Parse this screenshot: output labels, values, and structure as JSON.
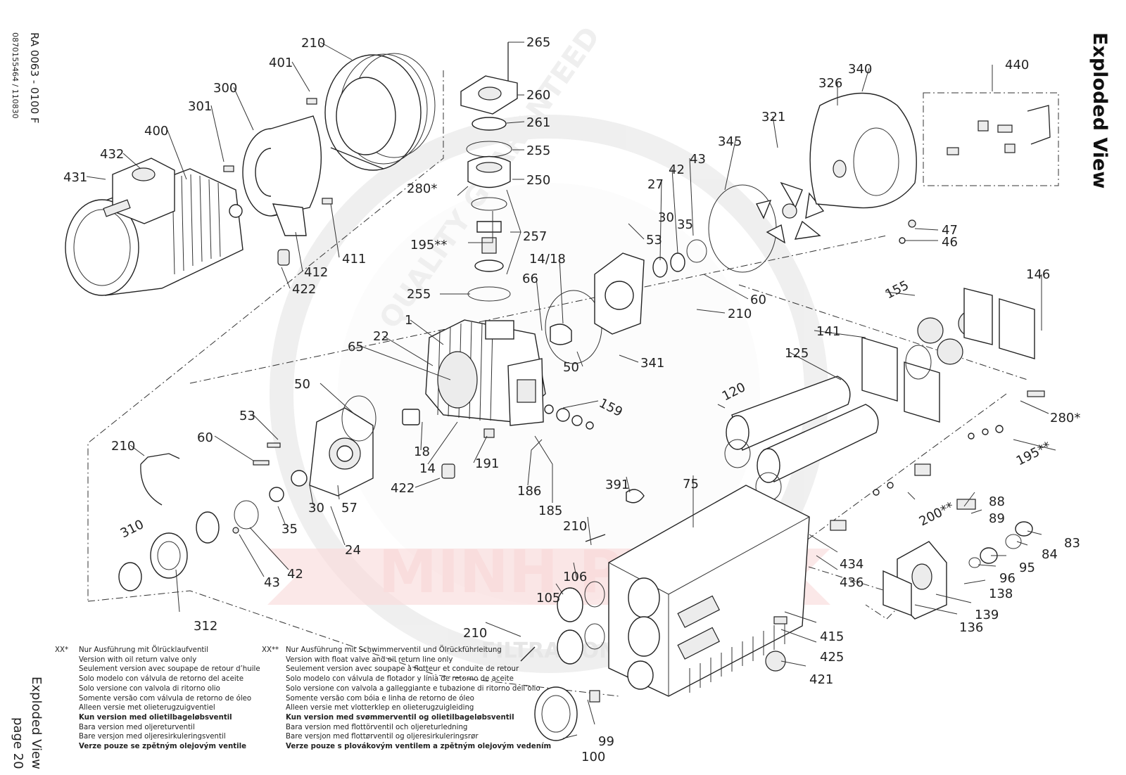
{
  "title": "Exploded View",
  "document": {
    "code": "RA 0063 - 0100 F",
    "number": "0870155464 / 110830"
  },
  "footer": {
    "label": "Exploded View",
    "page": "page 20"
  },
  "callouts": {
    "c265": "265",
    "c260": "260",
    "c261": "261",
    "c255a": "255",
    "c250": "250",
    "c280a": "280*",
    "c195a": "195**",
    "c257": "257",
    "c255b": "255",
    "c1": "1",
    "c22": "22",
    "c65": "65",
    "c210a": "210",
    "c401": "401",
    "c300": "300",
    "c301": "301",
    "c400": "400",
    "c432": "432",
    "c431": "431",
    "c411": "411",
    "c412": "412",
    "c422a": "422",
    "c14_18": "14/18",
    "c66": "66",
    "c53a": "53",
    "c27": "27",
    "c30a": "30",
    "c35a": "35",
    "c42a": "42",
    "c43a": "43",
    "c345": "345",
    "c321": "321",
    "c326": "326",
    "c340": "340",
    "c440": "440",
    "c47": "47",
    "c46": "46",
    "c60a": "60",
    "c210b": "210",
    "c341": "341",
    "c50a": "50",
    "c146": "146",
    "c155": "155",
    "c141": "141",
    "c125": "125",
    "c120": "120",
    "c159": "159",
    "c191": "191",
    "c422b": "422",
    "c18": "18",
    "c14": "14",
    "c186": "186",
    "c185": "185",
    "c50b": "50",
    "c53b": "53",
    "c60b": "60",
    "c210c": "210",
    "c57": "57",
    "c30b": "30",
    "c24": "24",
    "c35b": "35",
    "c42b": "42",
    "c43b": "43",
    "c310": "310",
    "c312": "312",
    "c280b": "280*",
    "c195b": "195**",
    "c200": "200**",
    "c88": "88",
    "c89": "89",
    "c83": "83",
    "c84": "84",
    "c95": "95",
    "c96": "96",
    "c138": "138",
    "c139": "139",
    "c136": "136",
    "c434": "434",
    "c436": "436",
    "c391": "391",
    "c75": "75",
    "c210d": "210",
    "c106": "106",
    "c105": "105",
    "c415": "415",
    "c425": "425",
    "c421": "421",
    "c210e": "210",
    "c99": "99",
    "c100": "100"
  },
  "notes": {
    "a": {
      "mark": "XX*",
      "lines": [
        "Nur Ausführung mit Ölrücklaufventil",
        "Version with oil return valve only",
        "Seulement version avec soupape de retour d’huile",
        "Solo modelo con válvula de retorno del aceite",
        "Solo versione con valvola di ritorno olio",
        "Somente versão com válvula de retorno de óleo",
        "Alleen versie met olieterugzuigventiel",
        "Kun version med olietilbageløbsventil",
        "Bara version med oljereturventil",
        "Bare versjon med oljeresirkuleringsventil",
        "Verze pouze se zpětným olejovým ventile"
      ]
    },
    "b": {
      "mark": "XX**",
      "lines": [
        "Nur Ausführung mit Schwimmerventil und Ölrückführleitung",
        "Version with float valve and oil return line only",
        "Seulement version avec soupape à flotteur et conduite de retour",
        "Solo modelo con válvula de flotador y línia de retorno de aceite",
        "Solo versione con valvola a galleggiante e tubazione di ritorno dell’olio",
        "Somente versão com bóia e linha de retorno de óleo",
        "Alleen versie met vlotterklep en olieterugzuigleiding",
        "Kun version med svømmerventil og olietilbageløbsventil",
        "Bara version med flottörventil och oljereturledning",
        "Bare versjon med flottørventil og oljeresirkuleringsrør",
        "Verze pouze s plovákovým ventilem a zpětným olejovým vedením"
      ]
    }
  },
  "watermark": {
    "brand": "MINH PHÚ",
    "sub": "FILTRATION",
    "ring": "QUALITY GUARANTEED"
  }
}
